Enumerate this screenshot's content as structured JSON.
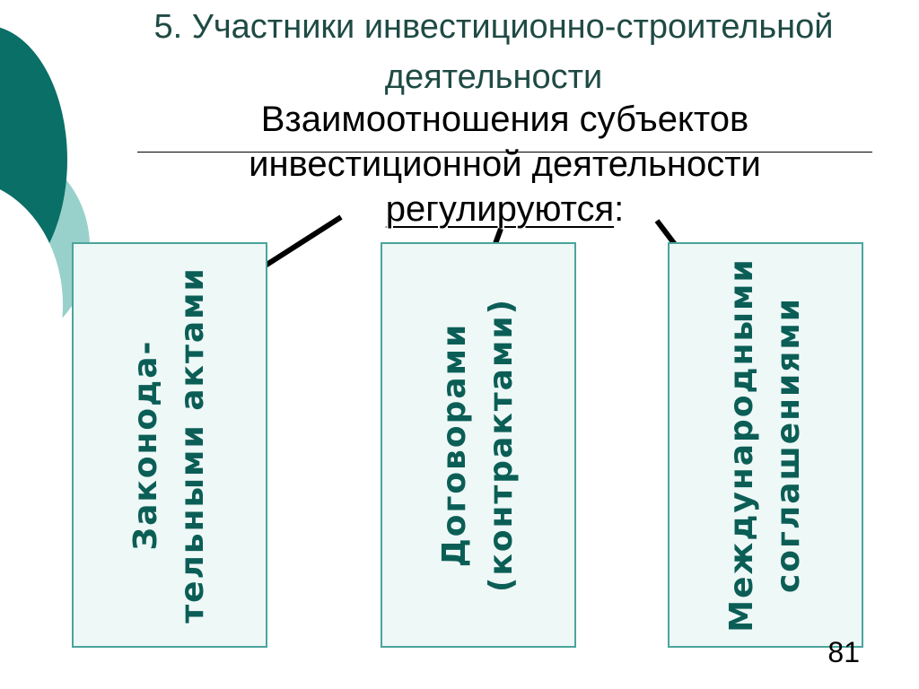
{
  "slide": {
    "title_line1": "5. Участники инвестиционно-строительной",
    "title_line2": "деятельности",
    "subtitle_line1": "Взаимоотношения субъектов",
    "subtitle_line2": "инвестиционной деятельности",
    "subtitle_verb": "регулируются",
    "subtitle_colon": ":",
    "page_number": "81"
  },
  "boxes": [
    {
      "label": "Законода-\nтельными актами"
    },
    {
      "label": "Договорами\n(контрактами)"
    },
    {
      "label": "Международными\nсоглашениями"
    }
  ],
  "colors": {
    "accent_dark": "#0a6f67",
    "accent_light": "#86c9c2",
    "box_border": "#4aa59b",
    "box_fill": "#eef8f7",
    "box_text": "#0b5e56",
    "title_text": "#1f4a44"
  }
}
